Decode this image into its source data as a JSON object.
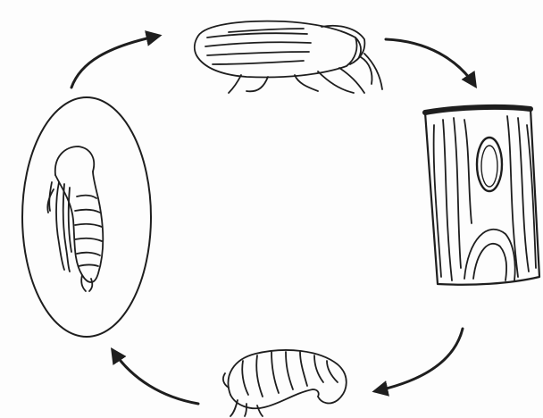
{
  "diagram": {
    "kind": "life-cycle",
    "stages": [
      {
        "id": "adult",
        "icon": "beetle-icon"
      },
      {
        "id": "egg",
        "icon": "wood-egg-icon"
      },
      {
        "id": "larva",
        "icon": "larva-icon"
      },
      {
        "id": "pupa",
        "icon": "pupa-icon"
      }
    ],
    "cycle_order": [
      "adult",
      "egg",
      "larva",
      "pupa",
      "adult"
    ],
    "ink_color": "#1e1e1e",
    "background_color": "#fdfdfd"
  }
}
